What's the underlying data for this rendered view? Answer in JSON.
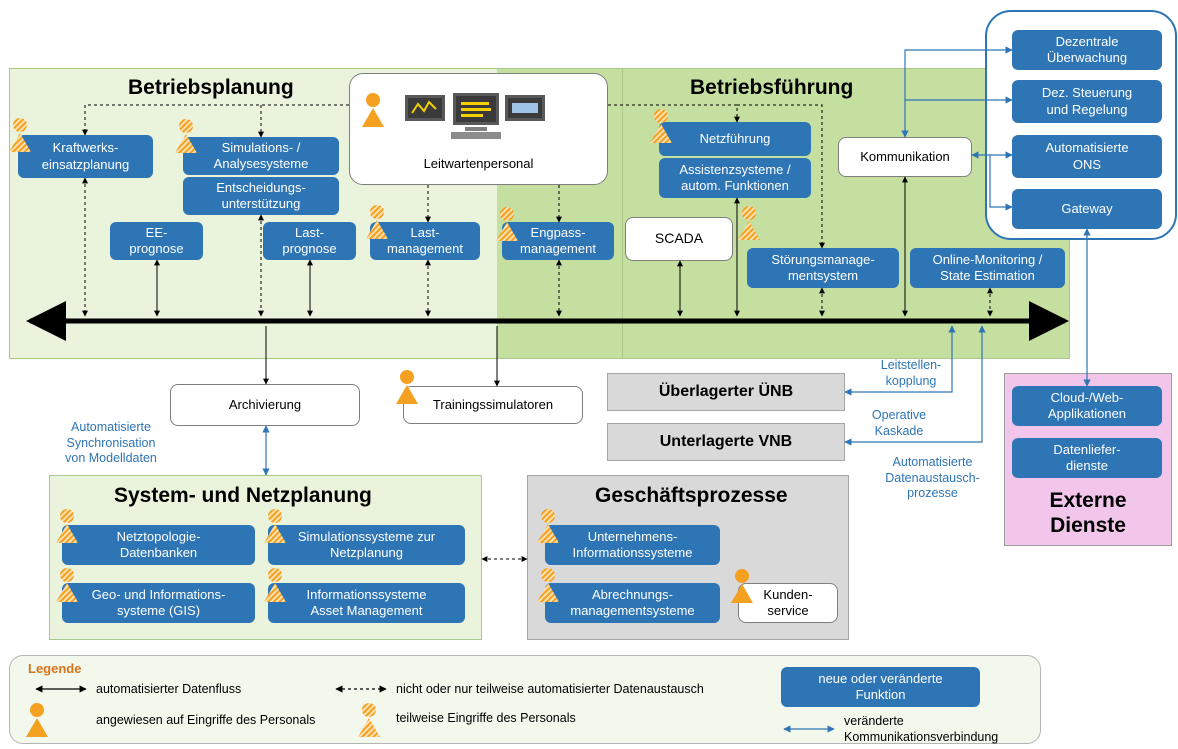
{
  "colors": {
    "planning_bg": "#eaf3dc",
    "operations_bg": "#c5dfa0",
    "function_blue": "#2e75b6",
    "link_blue": "#2e75b6",
    "external_bg": "#f2c6ea",
    "gray_box": "#d9d9d9",
    "person_orange": "#f4a020"
  },
  "regions": {
    "betriebsplanung": "Betriebsplanung",
    "betriebsfuehrung": "Betriebsführung",
    "system_netzplanung": "System- und Netzplanung",
    "geschaeftsprozesse": "Geschäftsprozesse",
    "externe_dienste": "Externe\nDienste"
  },
  "control_room": {
    "label": "Leitwartenpersonal"
  },
  "planning_functions": {
    "kraftwerk": "Kraftwerks-\neinsatzplanung",
    "simulation": "Simulations- /\nAnalysesysteme",
    "entscheidung": "Entscheidungs-\nunterstützung",
    "ee_prognose": "EE-\nprognose",
    "last_prognose": "Last-\nprognose",
    "last_management": "Last-\nmanagement",
    "engpass": "Engpass-\nmanagement"
  },
  "operations_functions": {
    "netzfuehrung": "Netzführung",
    "assistenz": "Assistenzsysteme /\nautom. Funktionen",
    "scada": "SCADA",
    "stoerung": "Störungsmanage-\nmentsystem",
    "kommunikation": "Kommunikation",
    "online_monitoring": "Online-Monitoring /\nState Estimation"
  },
  "decentral": {
    "ueberwachung": "Dezentrale\nÜberwachung",
    "steuerung": "Dez. Steuerung\nund Regelung",
    "ons": "Automatisierte\nONS",
    "gateway": "Gateway"
  },
  "lower": {
    "archivierung": "Archivierung",
    "trainingssimulatoren": "Trainingssimulatoren",
    "uenb": "Überlagerter ÜNB",
    "vnb": "Unterlagerte VNB",
    "leitstellen": "Leitstellen-\nkopplung",
    "kaskade": "Operative\nKaskade",
    "sync": "Automatisierte\nSynchronisation\nvon Modelldaten",
    "datenaustausch": "Automatisierte\nDatenaustausch-\nprozesse"
  },
  "external": {
    "cloud": "Cloud-/Web-\nApplikationen",
    "datenliefer": "Datenliefer-\ndienste"
  },
  "netzplanung": {
    "topologie": "Netztopologie-\nDatenbanken",
    "simulation": "Simulationssysteme zur\nNetzplanung",
    "gis": "Geo- und Informations-\nsysteme (GIS)",
    "asset": "Informationssysteme\nAsset Management"
  },
  "geschaeft": {
    "unternehmen": "Unternehmens-\nInformationssysteme",
    "abrechnung": "Abrechnungs-\nmanagementsysteme",
    "kunden": "Kunden-\nservice"
  },
  "legend": {
    "title": "Legende",
    "auto_flow": "automatisierter Datenfluss",
    "manual_flow": "nicht oder nur teilweise automatisierter Datenaustausch",
    "new_function": "neue oder veränderte\nFunktion",
    "personal": "angewiesen auf Eingriffe des Personals",
    "partial": "teilweise Eingriffe des Personals",
    "changed_comm": "veränderte\nKommunikationsverbindung"
  }
}
